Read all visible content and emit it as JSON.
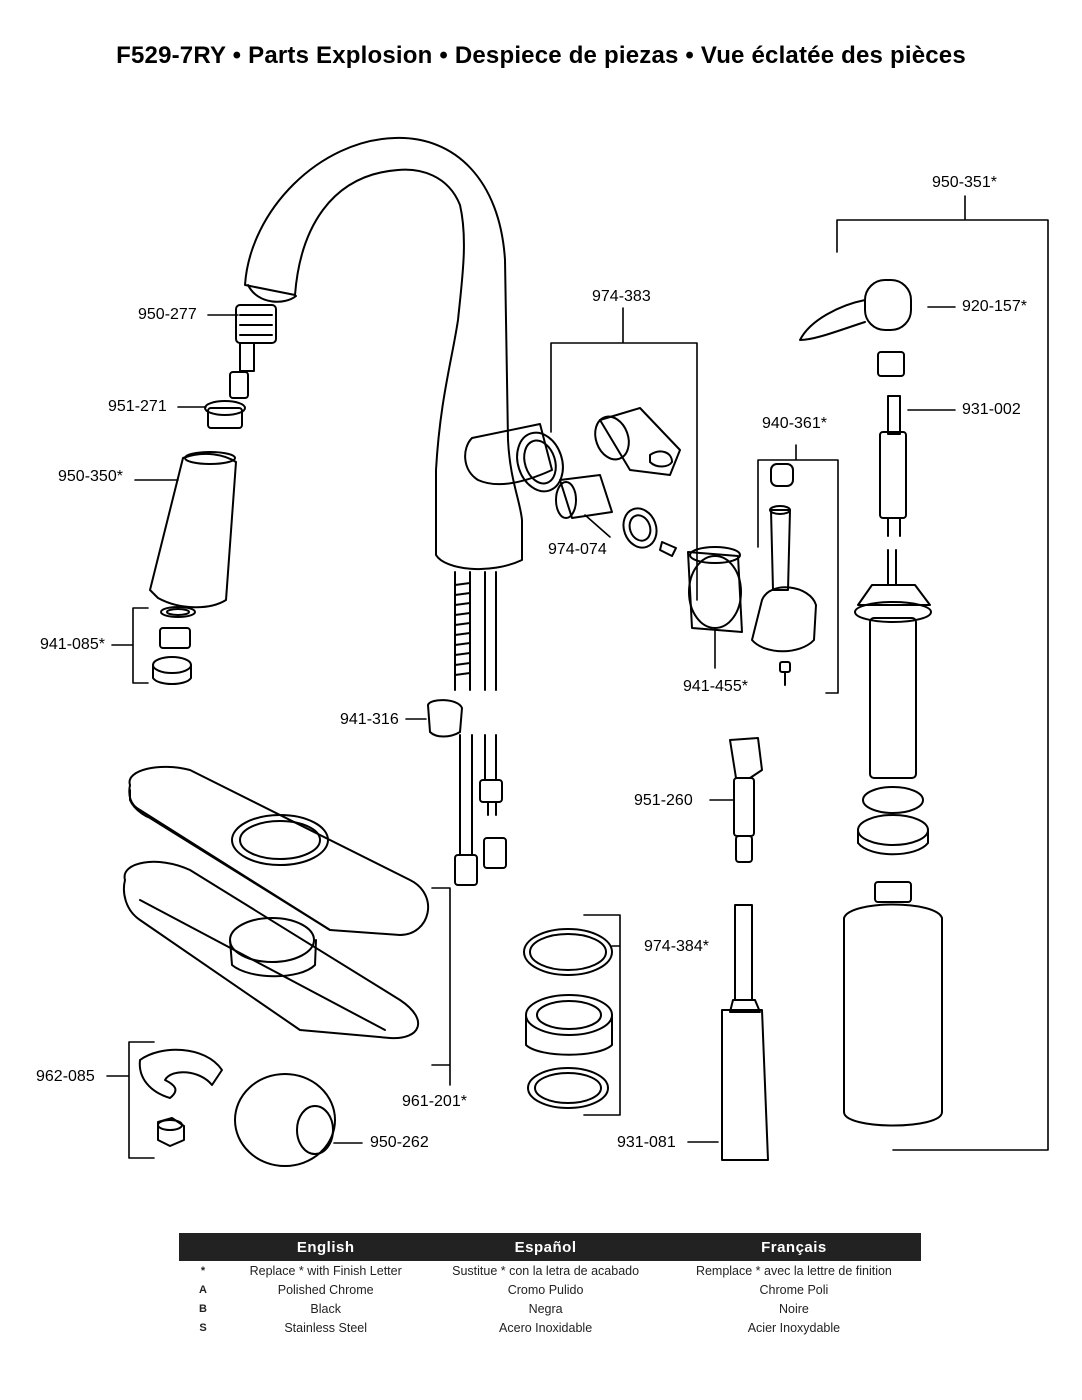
{
  "title": "F529-7RY • Parts Explosion • Despiece de piezas • Vue éclatée des pièces",
  "parts": {
    "p950_277": "950-277",
    "p951_271": "951-271",
    "p950_350": "950-350*",
    "p941_085": "941-085*",
    "p941_316": "941-316",
    "p974_383": "974-383",
    "p974_074": "974-074",
    "p941_455": "941-455*",
    "p940_361": "940-361*",
    "p951_260": "951-260",
    "p974_384": "974-384*",
    "p931_081": "931-081",
    "p961_201": "961-201*",
    "p962_085": "962-085",
    "p950_262": "950-262",
    "p950_351": "950-351*",
    "p920_157": "920-157*",
    "p931_002": "931-002"
  },
  "legend": {
    "headers": [
      "English",
      "Español",
      "Français"
    ],
    "rows": [
      {
        "key": "*",
        "en": "Replace * with Finish Letter",
        "es": "Sustitue * con la letra de acabado",
        "fr": "Remplace * avec la lettre de finition"
      },
      {
        "key": "A",
        "en": "Polished Chrome",
        "es": "Cromo Pulido",
        "fr": "Chrome Poli"
      },
      {
        "key": "B",
        "en": "Black",
        "es": "Negra",
        "fr": "Noire"
      },
      {
        "key": "S",
        "en": "Stainless Steel",
        "es": "Acero Inoxidable",
        "fr": "Acier Inoxydable"
      }
    ]
  }
}
